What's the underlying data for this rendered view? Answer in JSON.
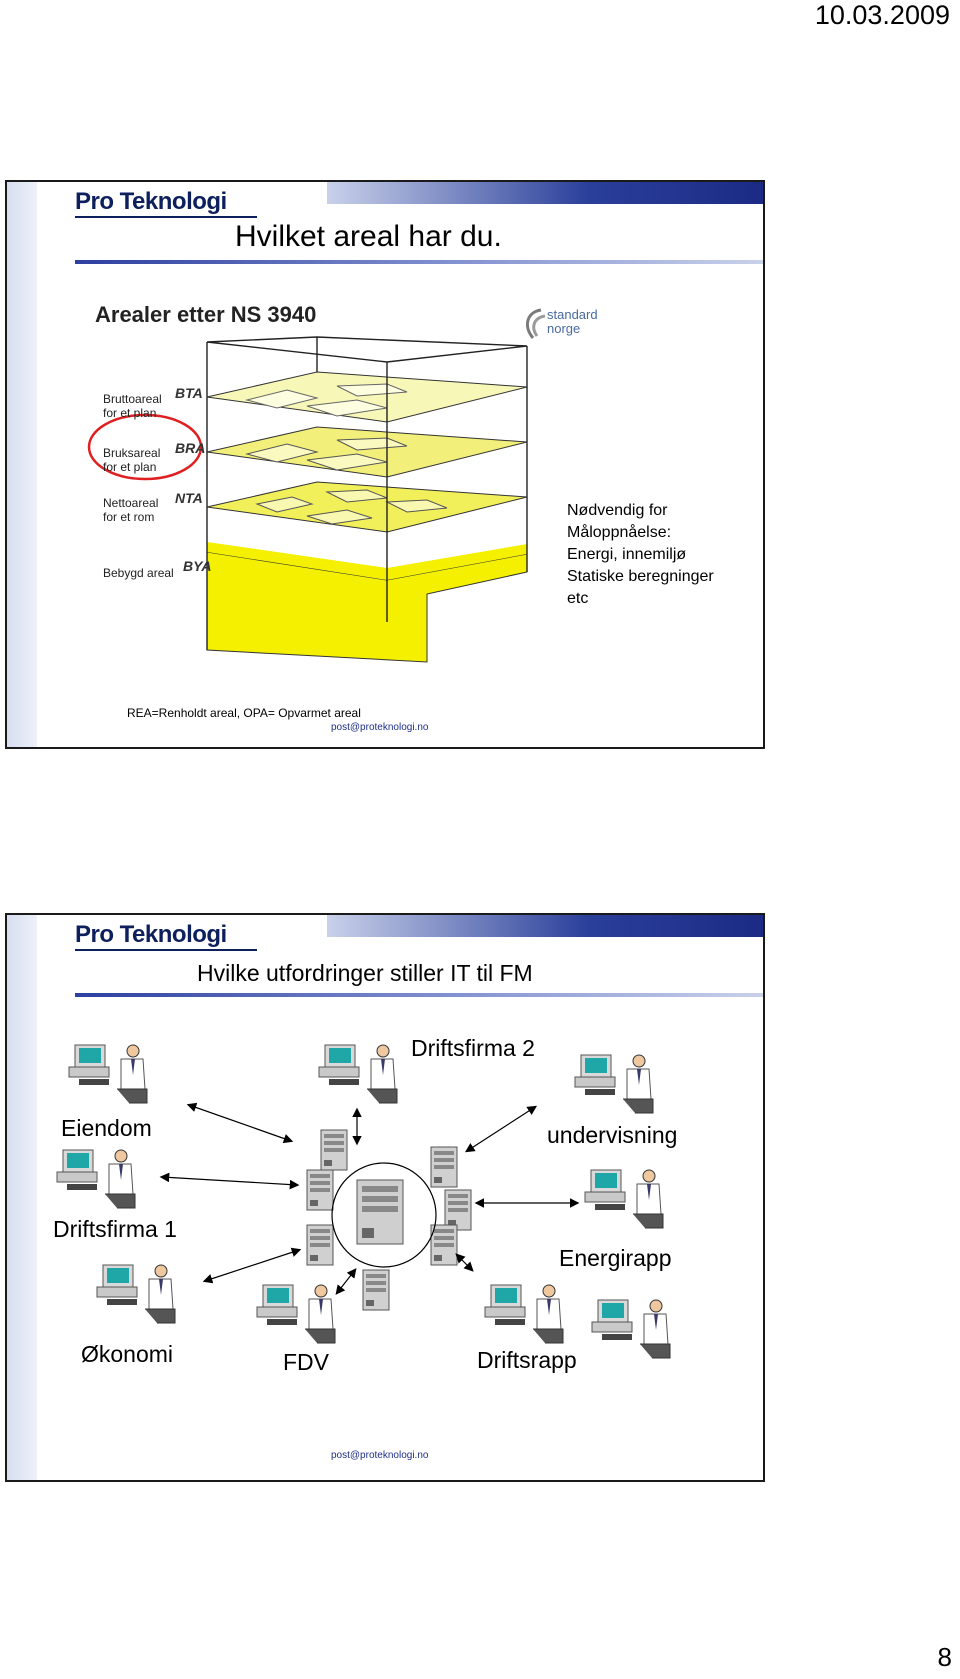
{
  "header": {
    "date": "10.03.2009"
  },
  "footer": {
    "page_number": "8"
  },
  "slide1": {
    "logo": "Pro Teknologi",
    "title": "Hvilket areal har du.",
    "figure_title": "Arealer etter NS 3940",
    "brand": {
      "line1": "standard",
      "line2": "norge"
    },
    "labels": [
      {
        "text1": "Bruttoareal",
        "text2": "for et plan",
        "abbr": "BTA"
      },
      {
        "text1": "Bruksareal",
        "text2": "for et plan",
        "abbr": "BRA"
      },
      {
        "text1": "Nettoareal",
        "text2": "for et rom",
        "abbr": "NTA"
      },
      {
        "text1": "Bebygd areal",
        "text2": "",
        "abbr": "BYA"
      }
    ],
    "note_lines": [
      "Nødvendig for",
      "Måloppnåelse:",
      "Energi, innemiljø",
      "Statiske beregninger",
      "etc"
    ],
    "caption": "REA=Renholdt areal, OPA= Opvarmet areal",
    "footer_email": "post@proteknologi.no",
    "colors": {
      "floor": "#f4f000",
      "floor_upper": "#f7f7a8",
      "highlight": "#e02020"
    }
  },
  "slide2": {
    "logo": "Pro Teknologi",
    "title": "Hvilke utfordringer stiller IT til FM",
    "nodes": {
      "eiendom": "Eiendom",
      "driftsfirma1": "Driftsfirma 1",
      "okonomi": "Økonomi",
      "fdv": "FDV",
      "driftsfirma2": "Driftsfirma 2",
      "undervisning": "undervisning",
      "energirapp": "Energirapp",
      "driftsrapp": "Driftsrapp"
    },
    "footer_email": "post@proteknologi.no",
    "icons": {
      "workstation": "workstation-icon",
      "server": "server-icon"
    }
  }
}
